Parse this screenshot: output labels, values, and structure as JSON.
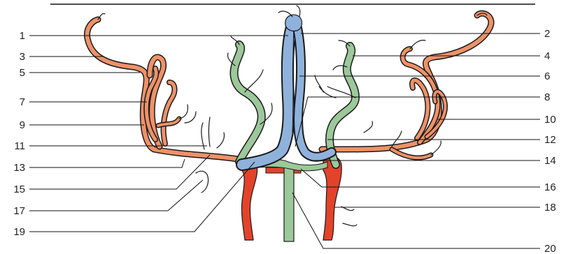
{
  "labels": {
    "left": [
      "1",
      "3",
      "5",
      "7",
      "9",
      "11",
      "13",
      "15",
      "17",
      "19"
    ],
    "right": [
      "2",
      "4",
      "6",
      "8",
      "10",
      "12",
      "14",
      "16",
      "18",
      "20"
    ]
  },
  "colors": {
    "artery_orange": "#ee9168",
    "artery_red": "#e2432a",
    "vein_blue": "#8fb2dc",
    "vessel_green": "#9cc89a",
    "outline": "#1a1a1a",
    "text": "#222222"
  }
}
